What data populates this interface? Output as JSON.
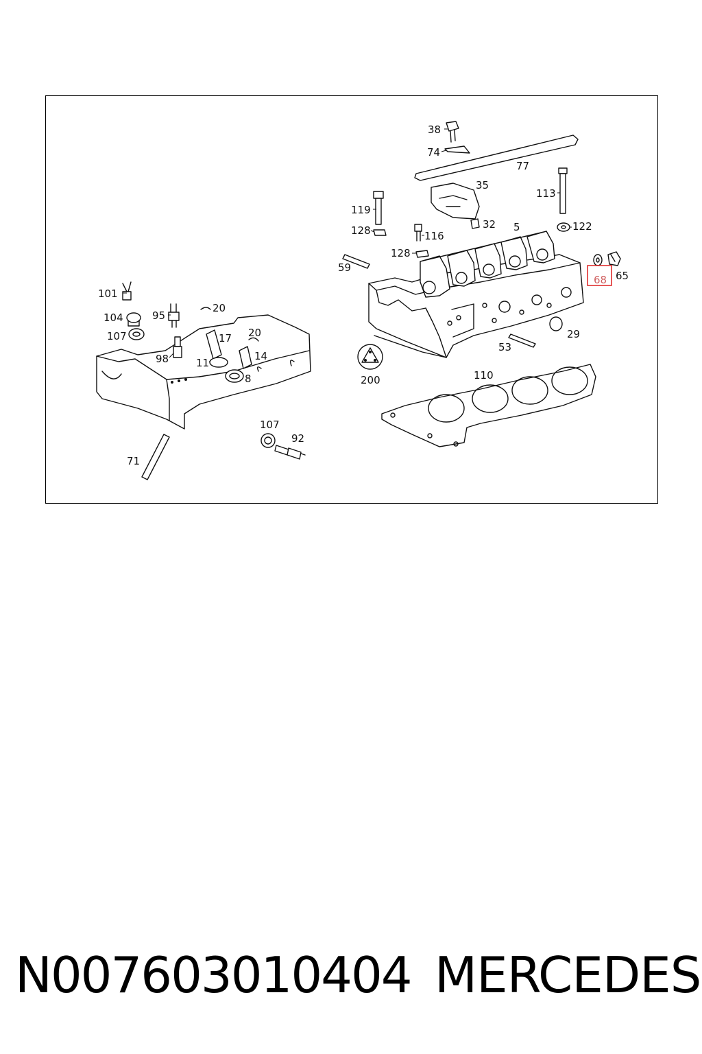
{
  "diagram": {
    "callouts": {
      "c38": "38",
      "c74": "74",
      "c77": "77",
      "c35": "35",
      "c113": "113",
      "c119": "119",
      "c128a": "128",
      "c116": "116",
      "c32": "32",
      "c5": "5",
      "c122": "122",
      "c128b": "128",
      "c59": "59",
      "c68": "68",
      "c65": "65",
      "c101": "101",
      "c20a": "20",
      "c95": "95",
      "c104": "104",
      "c107a": "107",
      "c17": "17",
      "c20b": "20",
      "c98": "98",
      "c11": "11",
      "c14": "14",
      "c8": "8",
      "c29": "29",
      "c53": "53",
      "c200": "200",
      "c110": "110",
      "c107b": "107",
      "c92": "92",
      "c71": "71"
    },
    "highlighted_callout": "68",
    "highlight_color": "#e03030"
  },
  "footer": {
    "part_number": "N007603010404",
    "brand": "MERCEDES"
  }
}
